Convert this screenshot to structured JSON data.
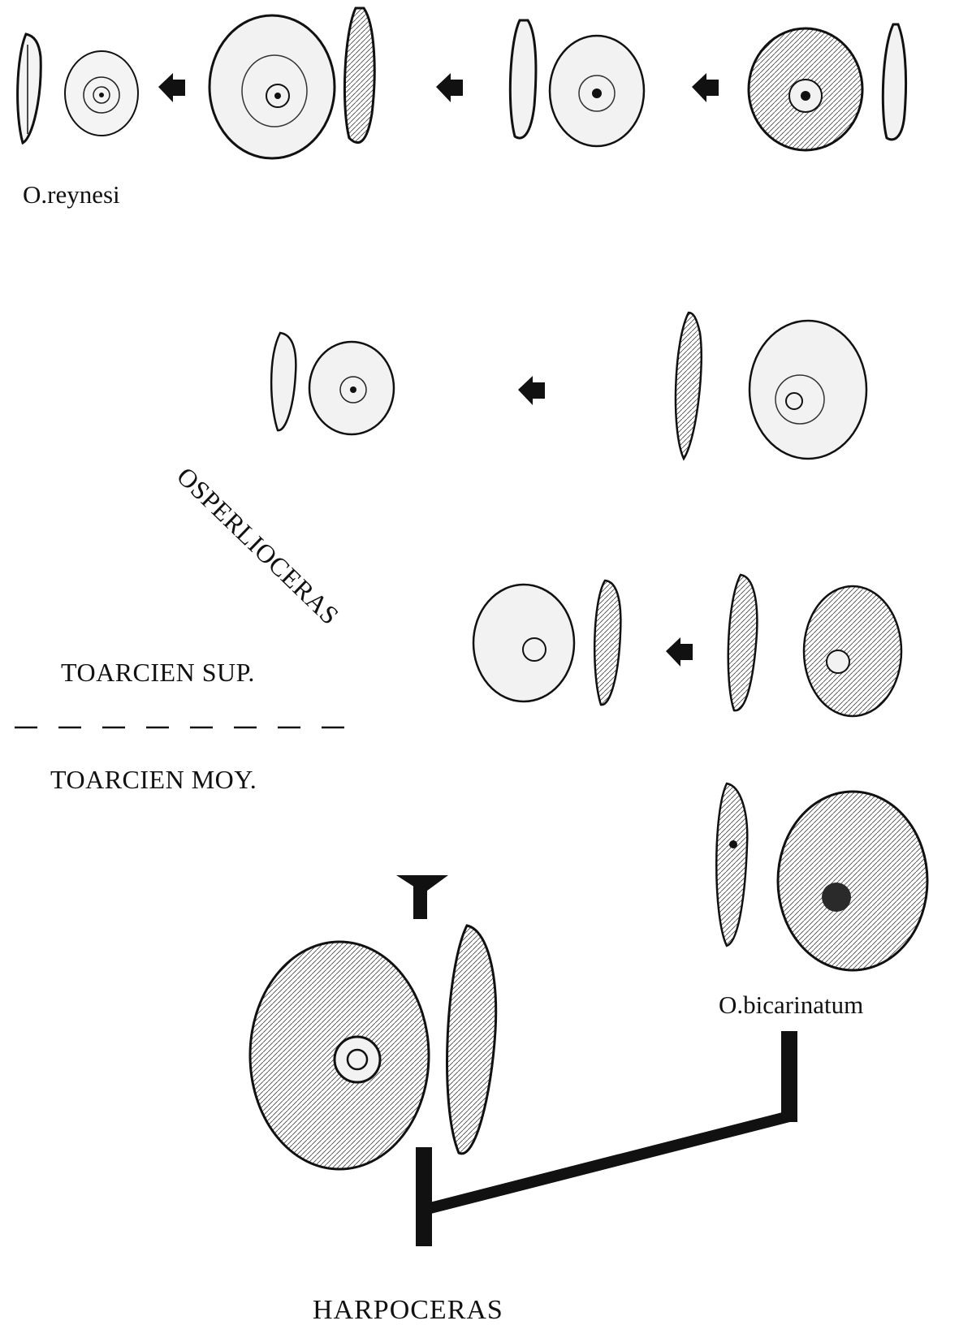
{
  "labels": {
    "species_top": "O.reynesi",
    "genus_diagonal": "OSPERLIOCERAS",
    "stage_upper": "TOARCIEN SUP.",
    "stage_middle": "TOARCIEN MOY.",
    "species_right": "O.bicarinatum",
    "genus_bottom": "HARPOCERAS"
  },
  "colors": {
    "ink": "#111111",
    "paper": "#ffffff",
    "shell_fill": "#f4f4f4",
    "shell_dark": "#2a2a2a"
  },
  "icons": [
    "left-arrow-icon",
    "stop-t-icon",
    "ammonite-side-view",
    "ammonite-keel-view"
  ]
}
